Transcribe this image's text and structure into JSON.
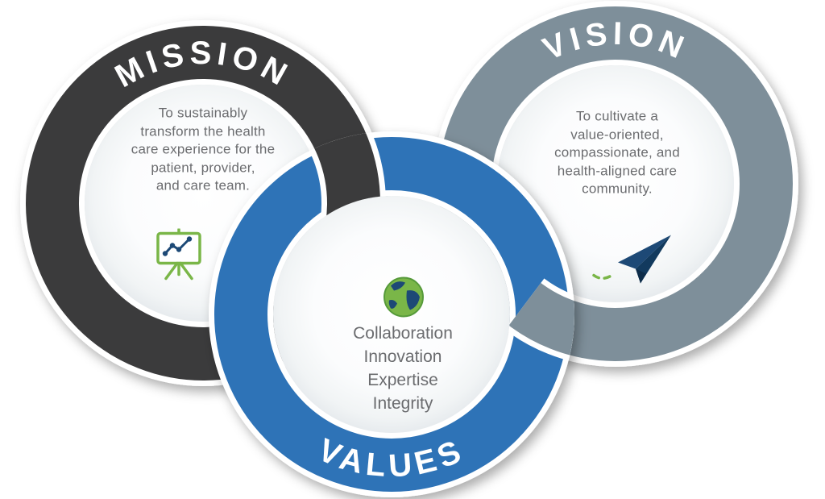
{
  "rings": {
    "mission": {
      "label": "MISSION",
      "description": "To sustainably\ntransform the health\ncare experience for the\npatient, provider,\nand care team.",
      "color": "#3b3b3c",
      "icon": "presentation-chart-icon"
    },
    "vision": {
      "label": "VISION",
      "description": "To cultivate a\nvalue-oriented,\ncompassionate, and\nhealth-aligned care\ncommunity.",
      "color": "#7e8f9a",
      "icon": "paper-plane-icon"
    },
    "values": {
      "label": "VALUES",
      "items": [
        "Collaboration",
        "Innovation",
        "Expertise",
        "Integrity"
      ],
      "color": "#2e73b7",
      "icon": "globe-icon"
    }
  },
  "colors": {
    "icon_green": "#7ab648",
    "icon_navy": "#1d4976",
    "body_text": "#6b6c6f",
    "halo_white": "#ffffff",
    "background": "#ffffff"
  }
}
